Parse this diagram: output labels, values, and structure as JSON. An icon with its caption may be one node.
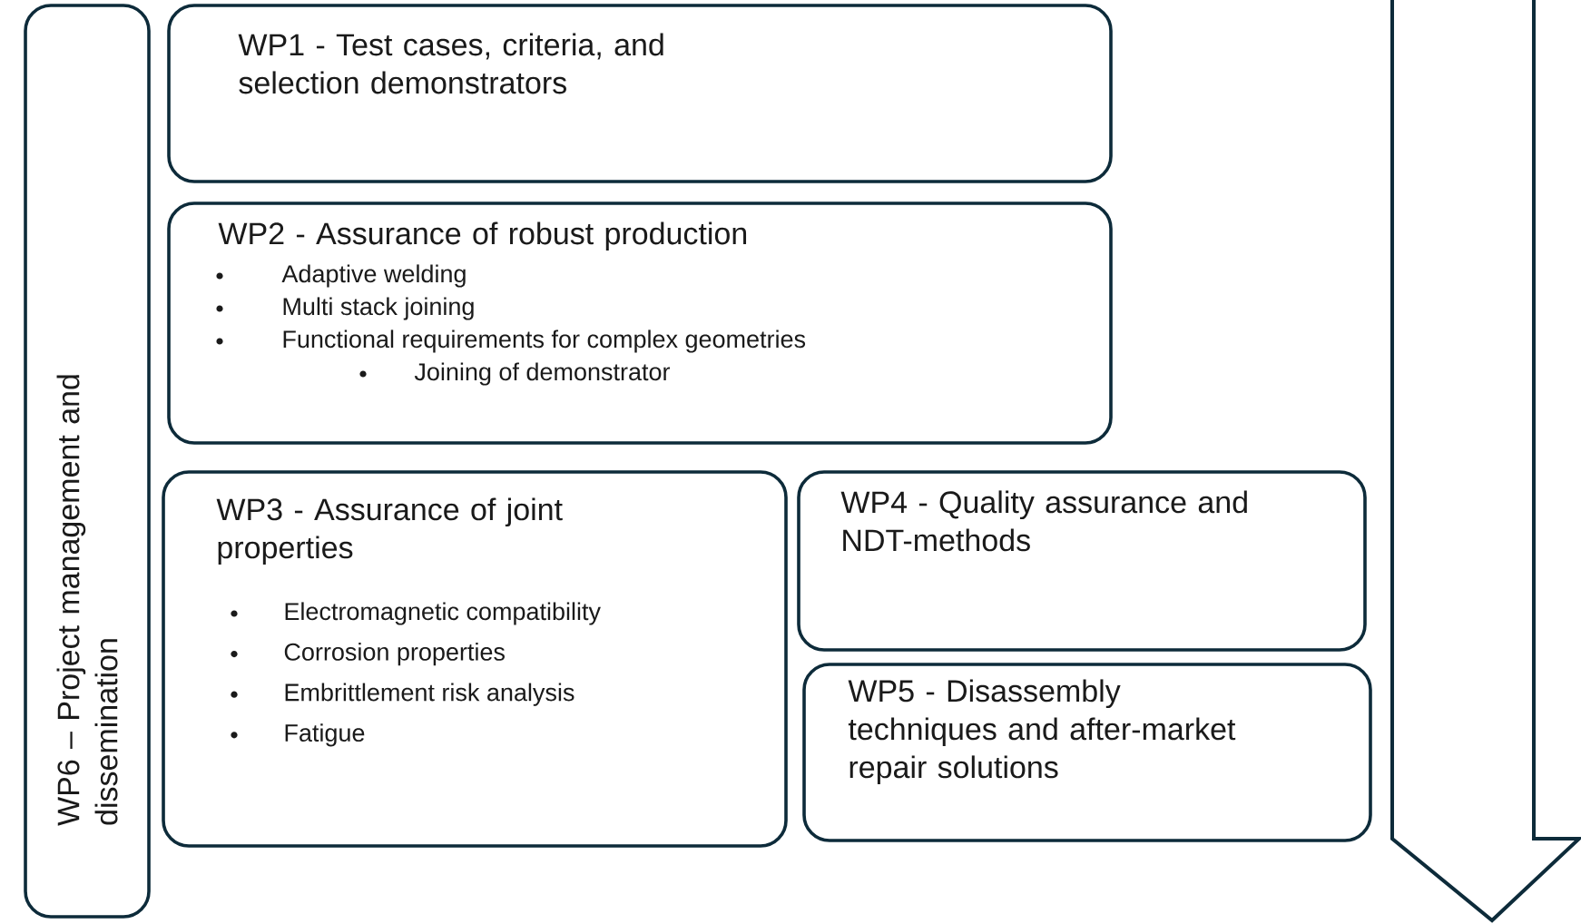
{
  "diagram": {
    "nodes": [
      {
        "text": [
          "WP6 – Project management and dissemination"
        ]
      },
      {
        "text": [
          "WP1 - Test cases, criteria, and selection demonstrators"
        ]
      },
      {
        "text": [
          "WP2 - Assurance of robust production",
          "Adaptive welding",
          "Multi stack joining",
          "Functional requirements for complex geometries",
          "Joining of demonstrator"
        ]
      },
      {
        "text": [
          "WP3 - Assurance of joint properties",
          "Electromagnetic compatibility",
          "Corrosion properties",
          "Embrittlement risk analysis",
          "Fatigue"
        ]
      },
      {
        "text": [
          "WP4 - Quality assurance and NDT-methods"
        ]
      },
      {
        "text": [
          "WP5 - Disassembly techniques and after-market repair solutions"
        ]
      }
    ]
  }
}
